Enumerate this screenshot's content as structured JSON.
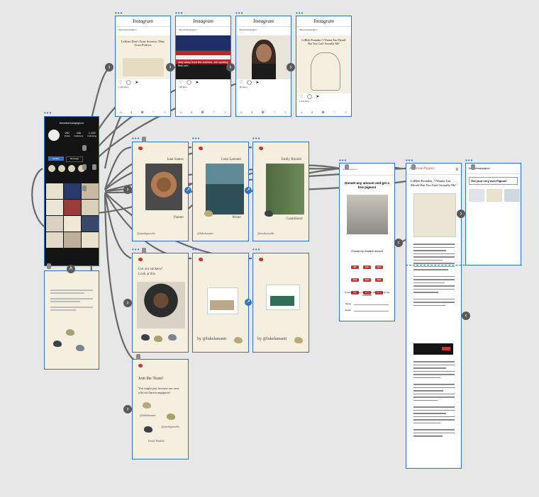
{
  "instagram": {
    "logo": "Instagram",
    "handle": "theamericanpigeon",
    "posts": [
      {
        "title": "Leftists Don't Trust Science, They Trust Politics",
        "likes": "1,102 likes"
      },
      {
        "title": "",
        "overlay": "Some people who said science should stay away from the science, are quoting that one.",
        "likes": "738 likes"
      },
      {
        "title": "",
        "likes": "784 likes"
      },
      {
        "title": "LeBlob Pounden, 'I Wanna Tan Myself But You Can't Sexually Me'",
        "likes": "1,011 likes"
      }
    ],
    "profile": {
      "stats": [
        {
          "n": "267",
          "l": "Posts"
        },
        {
          "n": "14k",
          "l": "Followers"
        },
        {
          "n": "1,100",
          "l": "Following"
        }
      ],
      "follow": "Follow",
      "message": "Message"
    }
  },
  "contributors": [
    {
      "name": "Juan Santos",
      "role": "Painter",
      "handle": "@juanfigueroba"
    },
    {
      "name": "Luke Lamanti",
      "role": "Writer",
      "handle": "@lukelamanti"
    },
    {
      "name": "Emily Rinaldi",
      "role": "Contributor",
      "handle": "@emilyrinaldi"
    }
  ],
  "stickers": {
    "title": "Got our stickers?",
    "subtitle": "Look at this"
  },
  "book_panels": [
    {
      "byline": "by @lukelamanti"
    },
    {
      "byline": "by @lukelamanti"
    }
  ],
  "join": {
    "title": "Join the Team!",
    "body": "You might just become our next official Americanpigeon!",
    "handle1": "@lukelamanti",
    "handle2": "@juanfigueroba",
    "handle3": "Emily Rinaldi"
  },
  "donate": {
    "header": "americanpigeon",
    "title": "Donate any amount and get a free pigeon!",
    "choose": "Choose my donation amount",
    "amounts": [
      "$5",
      "$10",
      "$15",
      "$20",
      "$25",
      "$30",
      "$40",
      "$50",
      "$100"
    ],
    "footer": "To donate, I have pictures (no takeovers) for the newsletter",
    "name_label": "Name",
    "email_label": "Email"
  },
  "article": {
    "header": "American Pigeon",
    "title": "LeBlob Pounden, 'I Wanna Tan Myself But You Can't Sexually Me'"
  },
  "shop": {
    "header": "theamericanpigeon",
    "promo": "Get your very own Pigeon!"
  }
}
